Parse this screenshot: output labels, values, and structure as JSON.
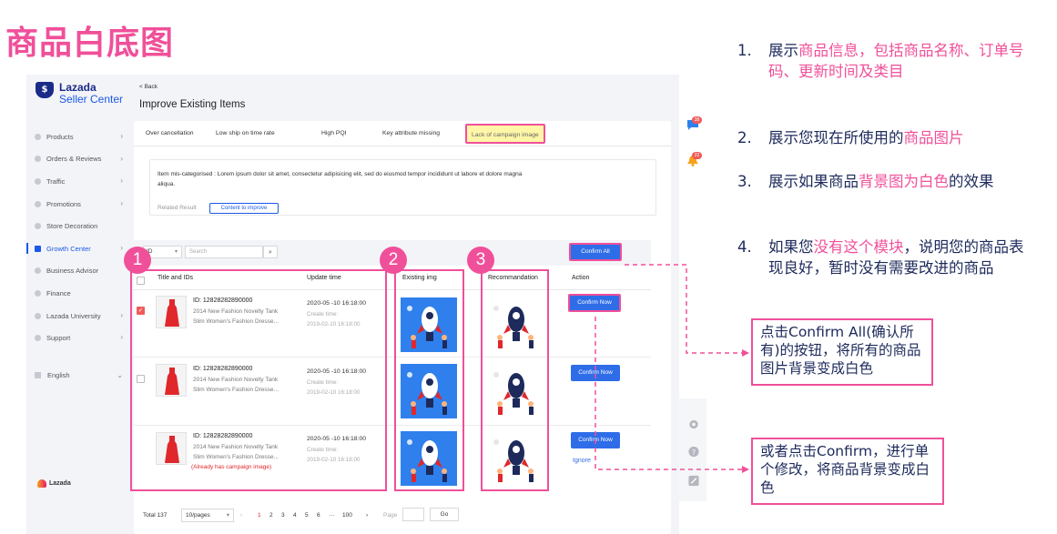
{
  "slide": {
    "title": "商品白底图"
  },
  "sidebar": {
    "logo_line1": "Lazada",
    "logo_line2": "Seller Center",
    "logo_mark": "$",
    "items": [
      {
        "label": "Products"
      },
      {
        "label": "Orders & Reviews"
      },
      {
        "label": "Traffic"
      },
      {
        "label": "Promotions"
      },
      {
        "label": "Store Decoration"
      },
      {
        "label": "Growth Center"
      },
      {
        "label": "Business Advisor"
      },
      {
        "label": "Finance"
      },
      {
        "label": "Lazada University"
      },
      {
        "label": "Support"
      }
    ],
    "active_item": "Growth Center",
    "language": "English",
    "footer_logo": "Lazada"
  },
  "header": {
    "back_label": "< Back",
    "page_title": "Improve Existing Items"
  },
  "tabs": [
    {
      "label": "Over cancellation"
    },
    {
      "label": "Low ship on time rate"
    },
    {
      "label": "High PQI"
    },
    {
      "label": "Key attribute missing"
    },
    {
      "label": "Lack of campaign image"
    }
  ],
  "active_tab": "Lack of campaign image",
  "info": {
    "text": "Item mis-categorised : Lorem ipsum dolor sit amet, consectetur adipisicing elit, sed do eiusmod tempor incididunt ut labore et dolore magna aliqua.",
    "related_label": "Related Result",
    "related_button": "Content to improve"
  },
  "filter": {
    "select_value": "ID",
    "search_placeholder": "Search",
    "confirm_all": "Confirm All"
  },
  "table": {
    "headers": {
      "title": "Title and IDs",
      "update": "Update time",
      "existing": "Existing img",
      "recommend": "Recommandation",
      "action": "Action"
    },
    "rows": [
      {
        "id": "ID: 12828282890000",
        "name1": "2014 New Fashion Novelty Tank",
        "name2": "Slim Women's Fashion Dresse...",
        "update": "2020-05 -10  16:18:00",
        "create_label": "Create time:",
        "create": "2019-02-10  16:18:00",
        "checked": true,
        "action": "Confirm Now",
        "warning": ""
      },
      {
        "id": "ID: 12828282890000",
        "name1": "2014 New Fashion Novelty Tank",
        "name2": "Slim Women's Fashion Dresse...",
        "update": "2020-05 -10  16:18:00",
        "create_label": "Create time:",
        "create": "2019-02-10  16:18:00",
        "checked": false,
        "action": "Confirm Now",
        "warning": ""
      },
      {
        "id": "ID: 12828282890000",
        "name1": "2014 New Fashion Novelty Tank",
        "name2": "Slim Women's Fashion Dresse...",
        "update": "2020-05 -10  16:18:00",
        "create_label": "Create time:",
        "create": "2019-02-10  16:18:00",
        "checked": false,
        "action": "Confirm Now",
        "warning": "(Already has campaign image)",
        "secondary_action": "Ignore"
      }
    ]
  },
  "badges": [
    "1",
    "2",
    "3"
  ],
  "pagination": {
    "total_label": "Total",
    "total": "137",
    "page_size": "10/pages",
    "pages": [
      "1",
      "2",
      "3",
      "4",
      "5",
      "6",
      "···",
      "100"
    ],
    "current": "1",
    "page_label": "Page",
    "go": "Go"
  },
  "tools": {
    "chat_badge": "38",
    "bell_badge": "22"
  },
  "notes": [
    {
      "num": "1.",
      "parts": [
        "展示",
        "商品信息，包括商品名称、订单号码、更新时间及类目"
      ]
    },
    {
      "num": "2.",
      "parts": [
        "展示您现在所使用的",
        "商品图片"
      ]
    },
    {
      "num": "3.",
      "parts": [
        "展示如果商品",
        "背景图为白色",
        "的效果"
      ]
    },
    {
      "num": "4.",
      "parts": [
        "如果您",
        "没有这个模块",
        "，说明您的商品表现良好，暂时没有需要改进的商品"
      ]
    }
  ],
  "callouts": {
    "confirm_all": "点击Confirm All(确认所有)的按钮，将所有的商品图片背景变成白色",
    "confirm_one": "或者点击Confirm，进行单个修改，将商品背景变成白色"
  },
  "colors": {
    "accent_pink": "#f0509a",
    "primary_blue": "#2f6de8",
    "text_navy": "#1d2a5b"
  }
}
